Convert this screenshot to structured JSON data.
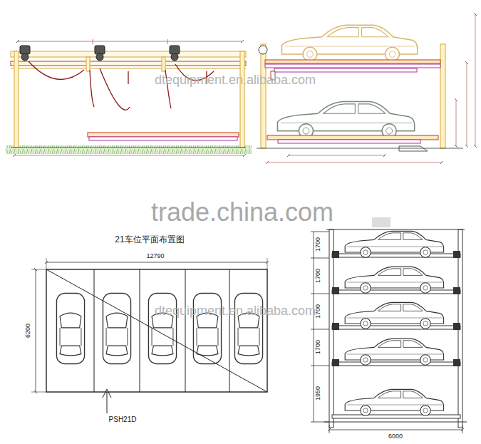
{
  "diagram": {
    "labels": [
      "trade.china.com",
      "dtequipment.en.alibaba.com",
      "dtequipment.en.alibaba.com",
      "21车位平面布置图",
      "12790",
      "6200",
      "PSH21D",
      "1700",
      "1700",
      "1700",
      "1700",
      "1950",
      "6000"
    ]
  }
}
